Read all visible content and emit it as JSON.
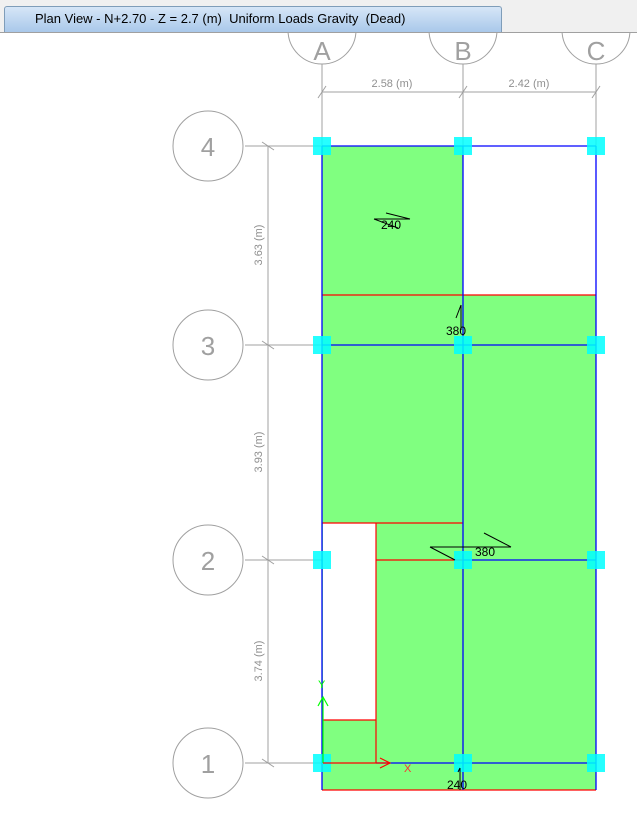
{
  "tab": {
    "title": "Plan View - N+2.70 - Z = 2.7 (m)  Uniform Loads Gravity  (Dead)"
  },
  "grid": {
    "columns": [
      "A",
      "B",
      "C"
    ],
    "rows": [
      "4",
      "3",
      "2",
      "1"
    ],
    "x_spacings": [
      "2.58 (m)",
      "2.42 (m)"
    ],
    "y_spacings": [
      "3.63 (m)",
      "3.93 (m)",
      "3.74 (m)"
    ]
  },
  "loads": [
    "240",
    "380",
    "380",
    "240"
  ],
  "axes": {
    "x": "X",
    "y": "Y"
  },
  "colors": {
    "slab": "#80ff80",
    "beam": "#0000ff",
    "slab_edge": "#ff0000",
    "column": "#00ffff",
    "grid": "#a0a0a0"
  }
}
